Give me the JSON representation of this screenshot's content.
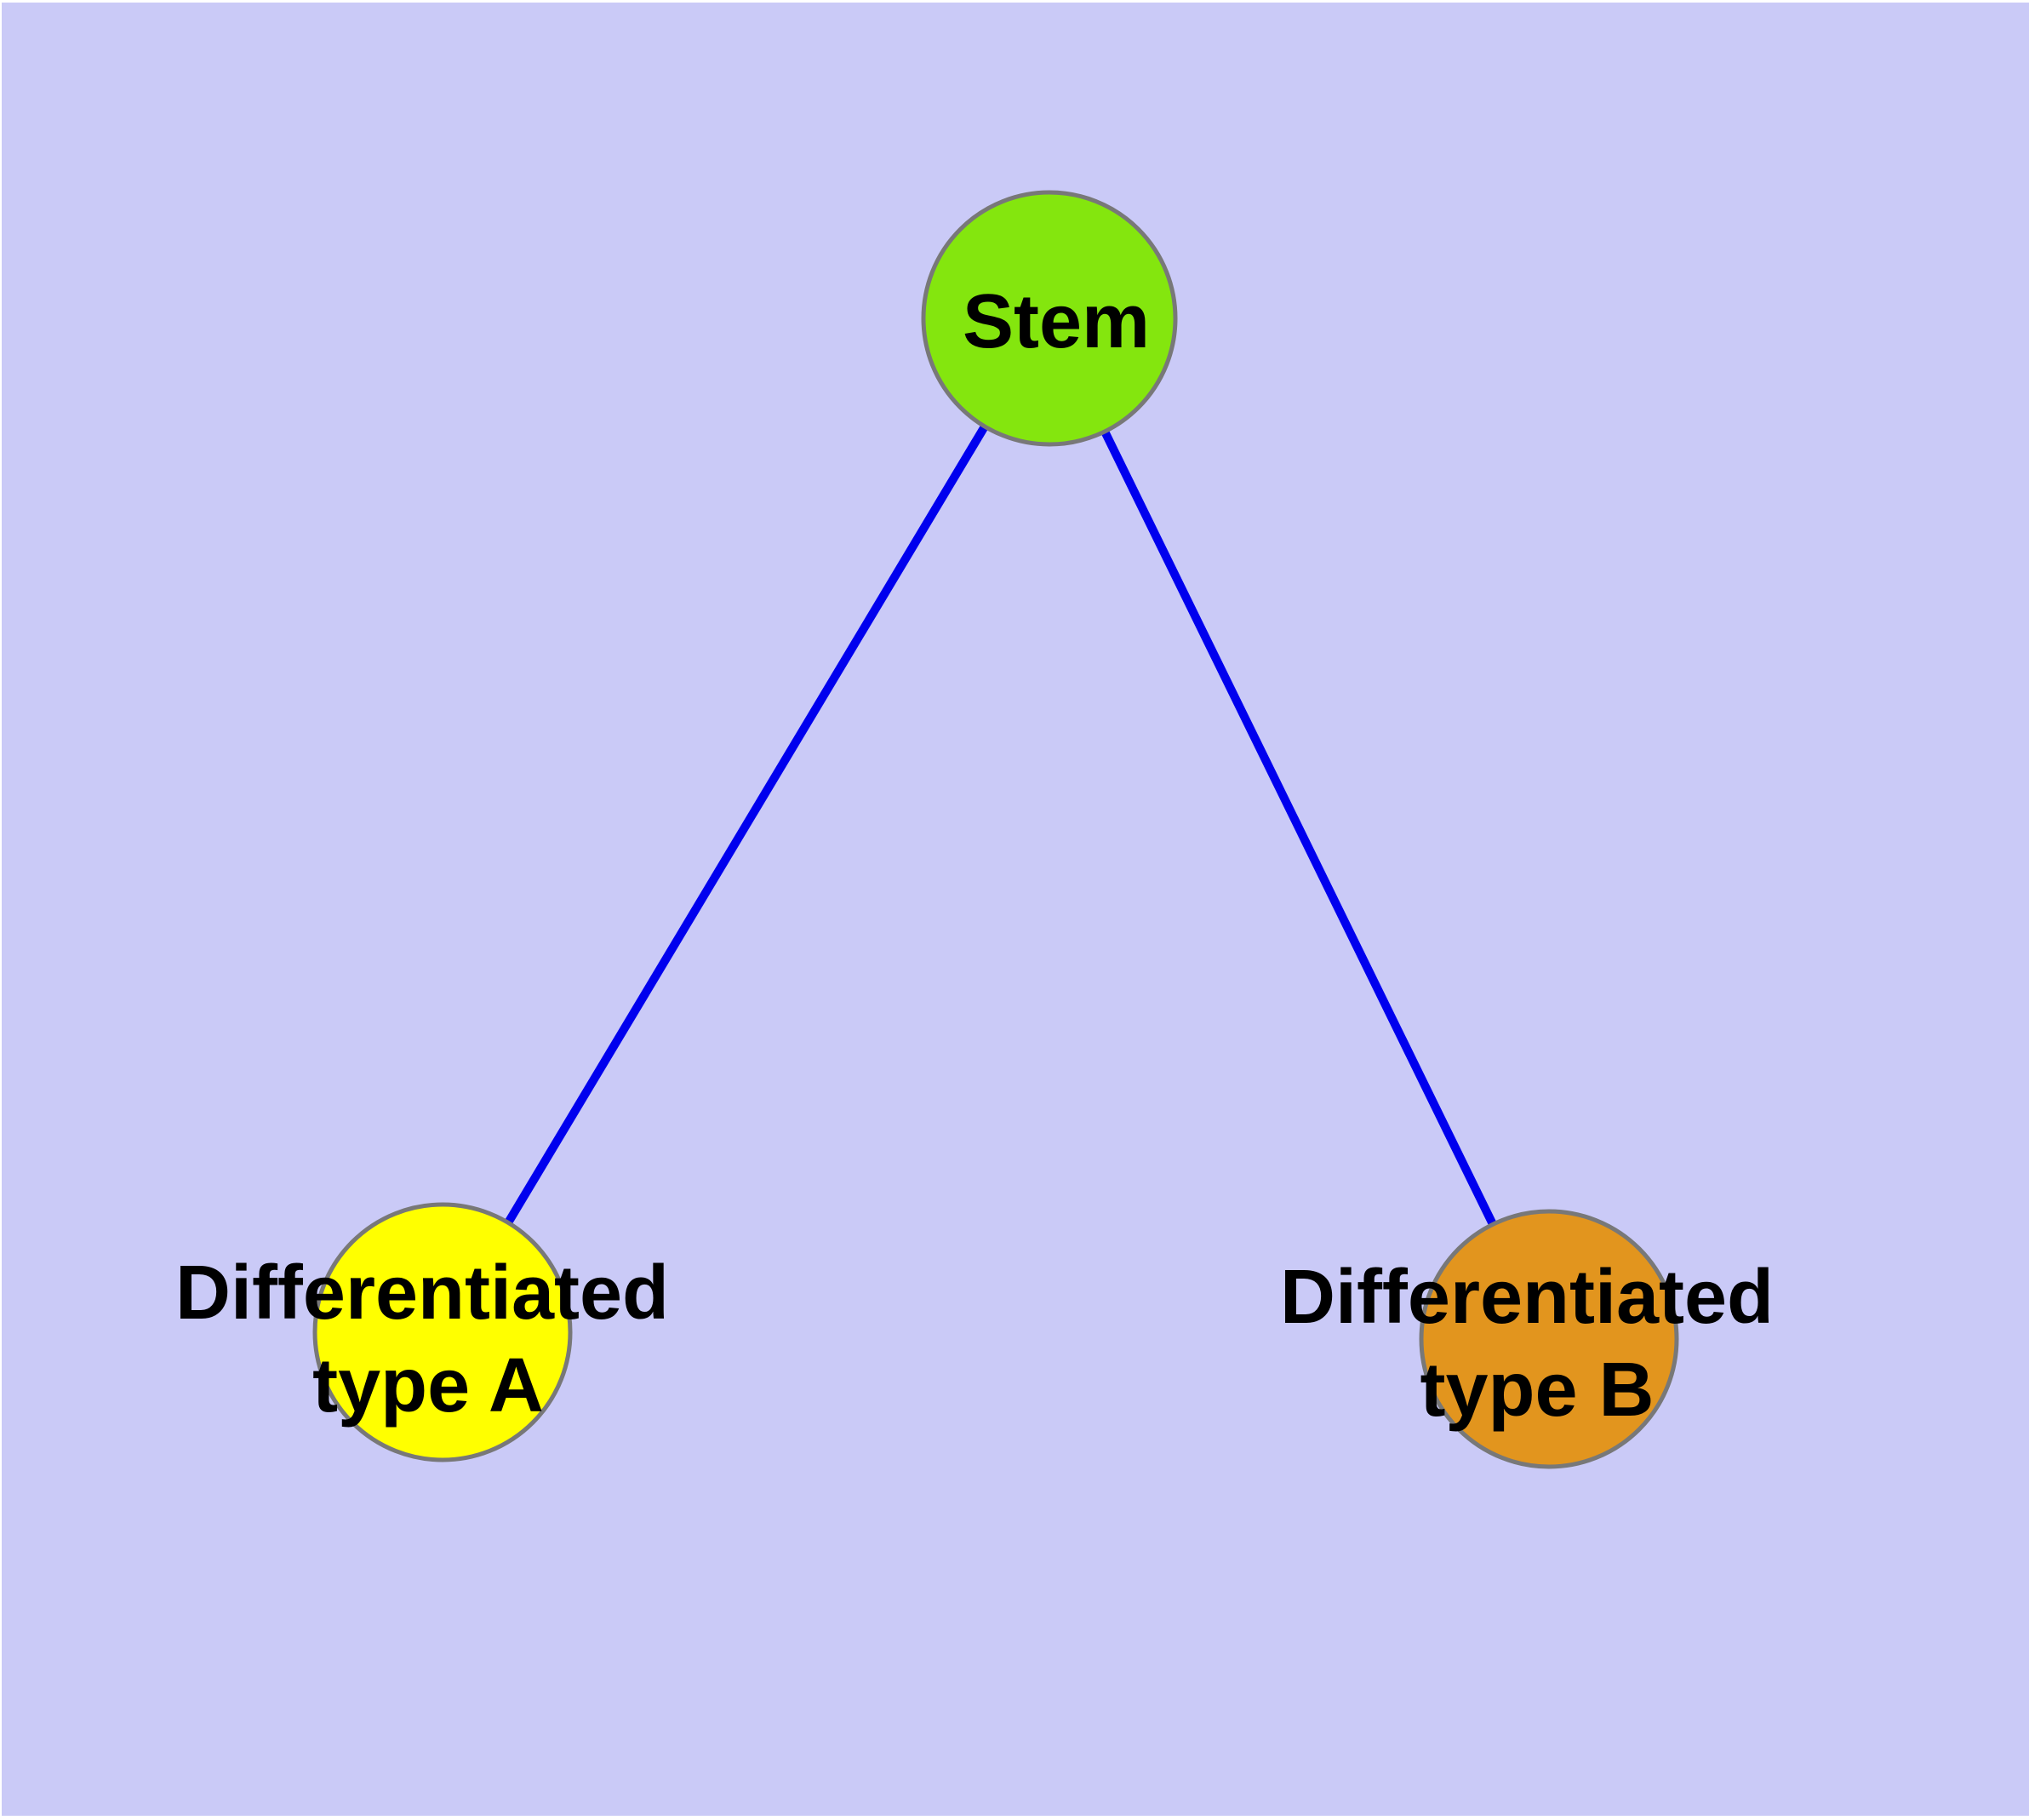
{
  "diagram": {
    "type": "node-link-graph",
    "page_color": "#ffffff",
    "background_color": "#cacaf7",
    "edge_color": "#0000ee",
    "node_border_color": "#787878",
    "label_color": "#000000",
    "nodes": [
      {
        "id": "stem",
        "lines": [
          "Stem"
        ],
        "fill": "#84e60e"
      },
      {
        "id": "differentiated-type-a",
        "lines": [
          "Differentiated",
          "type A"
        ],
        "fill": "#ffff00"
      },
      {
        "id": "differentiated-type-b",
        "lines": [
          "Differentiated",
          "type B"
        ],
        "fill": "#e2951e"
      }
    ],
    "edges": [
      {
        "from": "stem",
        "to": "differentiated-type-a"
      },
      {
        "from": "stem",
        "to": "differentiated-type-b"
      }
    ]
  }
}
